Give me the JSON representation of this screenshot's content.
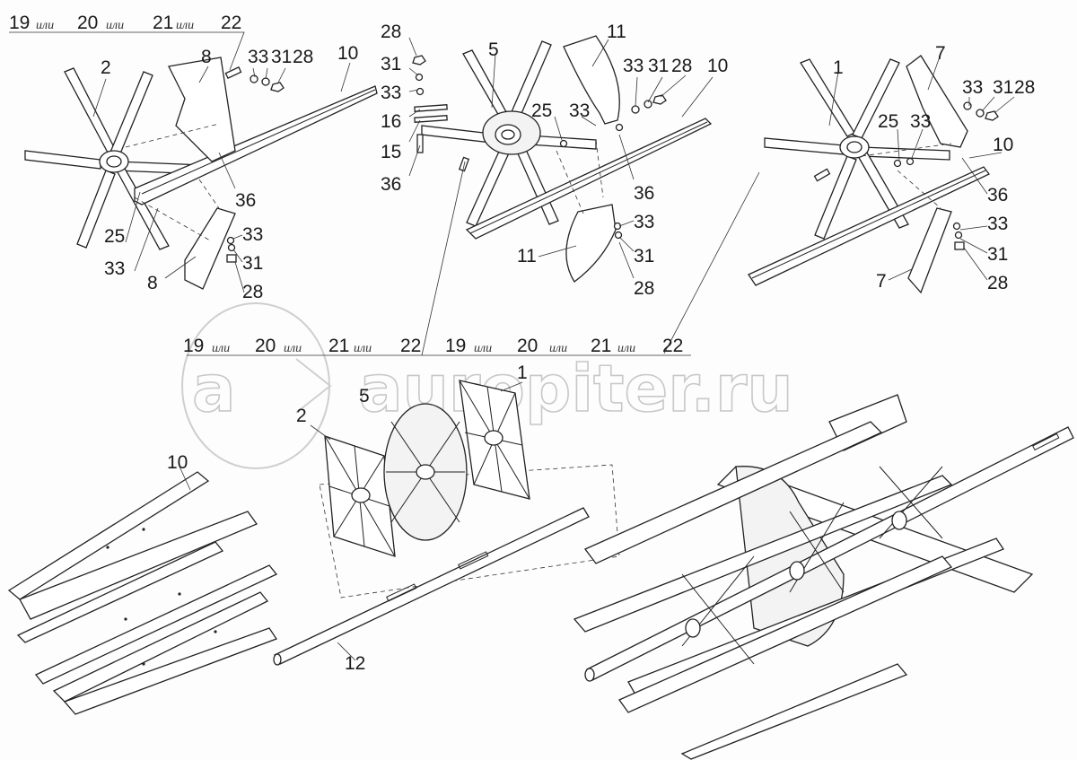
{
  "labels": {
    "n1": "1",
    "n2": "2",
    "n5": "5",
    "n7": "7",
    "n8": "8",
    "n10": "10",
    "n11": "11",
    "n12": "12",
    "n15": "15",
    "n16": "16",
    "n19": "19",
    "n20": "20",
    "n21": "21",
    "n22": "22",
    "n25": "25",
    "n28": "28",
    "n31": "31",
    "n33": "33",
    "n36": "36"
  },
  "connector_word": "или",
  "watermark": {
    "text": "auropiter.ru",
    "logo_letter": "a"
  }
}
